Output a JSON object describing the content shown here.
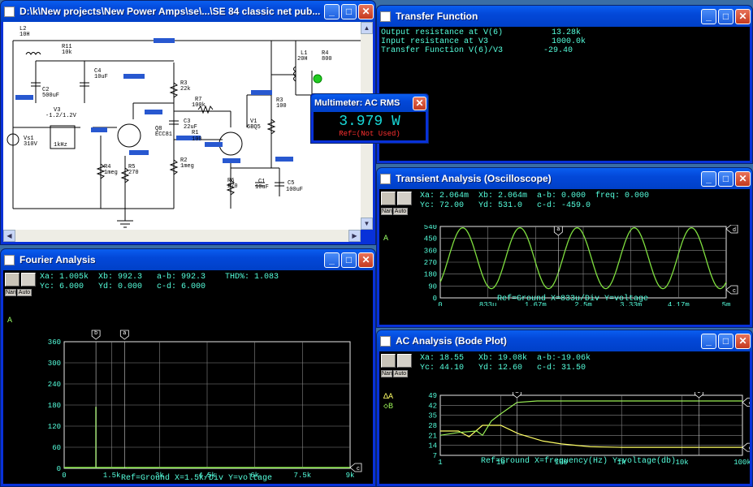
{
  "schematic": {
    "title": "D:\\k\\New projects\\New Power Amps\\se\\...\\SE 84 classic net pub...",
    "labels": {
      "l2": "L2",
      "l2v": "10H",
      "r11": "R11",
      "r11v": "10k",
      "c4": "C4",
      "c4v": "10uF",
      "c2": "C2",
      "c2v": "500uF",
      "v3": "V3",
      "v3v": "-1.2/1.2V",
      "v3f": "1kHz",
      "vs1": "Vs1",
      "vs1v": "310V",
      "r4": "R4",
      "r4v": "1meg",
      "r5": "R5",
      "r5v": "270",
      "q8": "Q8",
      "q8v": "ECC81",
      "r3": "R3",
      "r3v": "22k",
      "r7": "R7",
      "r7v": "100k",
      "c3": "C3",
      "c3v": "22uF",
      "r1": "R1",
      "r1v": "100",
      "r2": "R2",
      "r2v": "1meg",
      "v1": "V1",
      "v1v": "6BQ5",
      "r6": "R6",
      "r6v": "270",
      "c1": "C1",
      "c1v": "10uF",
      "c5": "C5",
      "c5v": "100uF",
      "l1": "L1",
      "l1v": "20H",
      "r4b": "R4",
      "r4bv": "800",
      "r3b": "R3",
      "r3bv": "100"
    }
  },
  "transfer": {
    "title": "Transfer Function",
    "lines": [
      {
        "k": "Output resistance at V(6)",
        "v": "13.28k"
      },
      {
        "k": "Input resistance at V3",
        "v": "1000.0k"
      },
      {
        "k": "Transfer Function V(6)/V3",
        "v": "-29.40"
      }
    ]
  },
  "multimeter": {
    "title": "Multimeter: AC RMS",
    "value": "3.979 W",
    "ref": "Ref=(Not Used)"
  },
  "fourier": {
    "title": "Fourier Analysis",
    "readout": "Xa: 1.005k  Xb: 992.3   a-b: 992.3    THD%: 1.083\nYc: 6.000   Yd: 0.000   c-d: 6.000",
    "nan": "Nan",
    "auto": "Auto",
    "trace": "A",
    "bottom": "Ref=Ground   X=1.5k/Div  Y=voltage",
    "chart_data": {
      "type": "bar",
      "title": "",
      "xlabel": "X=1.5k/Div",
      "ylabel": "Y=voltage",
      "xlim": [
        0,
        9000
      ],
      "ylim": [
        0,
        360
      ],
      "yticks": [
        "360",
        "300",
        "240",
        "180",
        "120",
        "60",
        "0"
      ],
      "xticks": [
        "0",
        "1.5k",
        "3k",
        "4.5k",
        "6k",
        "7.5k",
        "9k"
      ],
      "x": [
        1000,
        2000
      ],
      "values": [
        175,
        3
      ],
      "cursors": [
        "b",
        "a"
      ]
    }
  },
  "transient": {
    "title": "Transient Analysis (Oscilloscope)",
    "readout": "Xa: 2.064m  Xb: 2.064m  a-b: 0.000  freq: 0.000\nYc: 72.00   Yd: 531.0   c-d: -459.0",
    "nan": "Nan",
    "auto": "Auto",
    "trace": "A",
    "bottom": "Ref=Ground  X=833u/Div Y=voltage",
    "chart_data": {
      "type": "line",
      "title": "",
      "xlabel": "X=833u/Div",
      "ylabel": "Y=voltage",
      "xlim": [
        0,
        0.005
      ],
      "ylim": [
        0,
        540
      ],
      "yticks": [
        "540",
        "450",
        "360",
        "270",
        "180",
        "90",
        "0"
      ],
      "xticks": [
        "0",
        "833u",
        "1.67m",
        "2.5m",
        "3.33m",
        "4.17m",
        "5m"
      ],
      "series": [
        {
          "amplitude": 230,
          "offset": 300,
          "freq_hz": 1000
        }
      ],
      "cursors": [
        "a",
        "c",
        "d"
      ]
    }
  },
  "bode": {
    "title": "AC Analysis (Bode Plot)",
    "readout": "Xa: 18.55   Xb: 19.08k  a-b:-19.06k\nYc: 44.10   Yd: 12.60   c-d: 31.50",
    "nan": "Nan",
    "auto": "Auto",
    "traces": [
      "ΔA",
      "◇B"
    ],
    "bottom": "Ref=Ground  X=frequency(Hz) Y=voltage(db)",
    "chart_data": {
      "type": "line",
      "title": "",
      "xlabel": "X=frequency(Hz)",
      "ylabel": "Y=voltage(db)",
      "xscale": "log",
      "xlim": [
        1,
        100000
      ],
      "ylim": [
        7,
        49
      ],
      "yticks": [
        "49",
        "42",
        "35",
        "28",
        "21",
        "14",
        "7"
      ],
      "xticks": [
        "1",
        "10",
        "100",
        "1k",
        "10k",
        "100k"
      ],
      "series": [
        {
          "name": "A",
          "color": "#ffff66",
          "points": [
            [
              1,
              24
            ],
            [
              2,
              24
            ],
            [
              3,
              20
            ],
            [
              5,
              28
            ],
            [
              10,
              28
            ],
            [
              20,
              22
            ],
            [
              50,
              17
            ],
            [
              100,
              15
            ],
            [
              300,
              13
            ],
            [
              1000,
              12.6
            ],
            [
              10000,
              12.6
            ],
            [
              100000,
              12.6
            ]
          ]
        },
        {
          "name": "B",
          "color": "#99ee55",
          "points": [
            [
              1,
              21
            ],
            [
              2,
              23
            ],
            [
              4,
              24
            ],
            [
              5,
              21
            ],
            [
              7,
              31
            ],
            [
              10,
              36
            ],
            [
              18.55,
              44
            ],
            [
              40,
              45
            ],
            [
              100,
              45
            ],
            [
              1000,
              45
            ],
            [
              10000,
              45
            ],
            [
              100000,
              45
            ]
          ]
        }
      ],
      "cursors": [
        "a",
        "b",
        "c",
        "d"
      ]
    }
  },
  "colors": {
    "trace": "#7fdf3f",
    "grid": "#e8e8e8",
    "bg": "#000000",
    "meter": "#18d8d8",
    "meterRef": "#ff3030"
  }
}
